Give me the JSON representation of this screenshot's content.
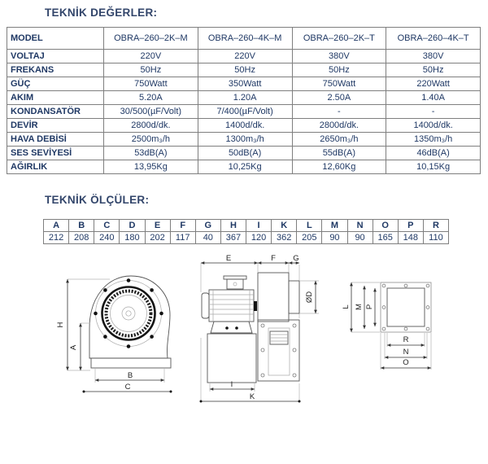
{
  "titles": {
    "values": "TEKNİK DEĞERLER:",
    "dimensions": "TEKNİK ÖLÇÜLER:"
  },
  "values_table": {
    "header": [
      "MODEL",
      "OBRA–260–2K–M",
      "OBRA–260–4K–M",
      "OBRA–260–2K–T",
      "OBRA–260–4K–T"
    ],
    "rows": [
      {
        "label": "VOLTAJ",
        "cells": [
          "220V",
          "220V",
          "380V",
          "380V"
        ]
      },
      {
        "label": "FREKANS",
        "cells": [
          "50Hz",
          "50Hz",
          "50Hz",
          "50Hz"
        ]
      },
      {
        "label": "GÜÇ",
        "cells": [
          "750Watt",
          "350Watt",
          "750Watt",
          "220Watt"
        ]
      },
      {
        "label": "AKIM",
        "cells": [
          "5.20A",
          "1.20A",
          "2.50A",
          "1.40A"
        ]
      },
      {
        "label": "KONDANSATÖR",
        "cells": [
          "30/500(µF/Volt)",
          "7/400(µF/Volt)",
          "-",
          "-"
        ]
      },
      {
        "label": "DEVİR",
        "cells": [
          "2800d/dk.",
          "1400d/dk.",
          "2800d/dk.",
          "1400d/dk."
        ]
      },
      {
        "label": "HAVA DEBİSİ",
        "cells": [
          "2500m₃/h",
          "1300m₃/h",
          "2650m₃/h",
          "1350m₃/h"
        ]
      },
      {
        "label": "SES SEVİYESİ",
        "cells": [
          "53dB(A)",
          "50dB(A)",
          "55dB(A)",
          "46dB(A)"
        ]
      },
      {
        "label": "AĞIRLIK",
        "cells": [
          "13,95Kg",
          "10,25Kg",
          "12,60Kg",
          "10,15Kg"
        ]
      }
    ]
  },
  "dimensions_table": {
    "headers": [
      "A",
      "B",
      "C",
      "D",
      "E",
      "F",
      "G",
      "H",
      "I",
      "K",
      "L",
      "M",
      "N",
      "O",
      "P",
      "R"
    ],
    "values": [
      "212",
      "208",
      "240",
      "180",
      "202",
      "117",
      "40",
      "367",
      "120",
      "362",
      "205",
      "90",
      "90",
      "165",
      "148",
      "110"
    ]
  },
  "drawings": {
    "front": {
      "H": "H",
      "A": "A",
      "B": "B",
      "C": "C"
    },
    "side": {
      "E": "E",
      "F": "F",
      "G": "G",
      "D": "ØD",
      "I": "I",
      "K": "K"
    },
    "flange": {
      "L": "L",
      "M": "M",
      "P": "P",
      "R": "R",
      "N": "N",
      "O": "O"
    }
  },
  "colors": {
    "text_navy": "#1f3864",
    "border_gray": "#7f7f7f",
    "line_dark": "#555555",
    "dim_line": "#333333"
  }
}
